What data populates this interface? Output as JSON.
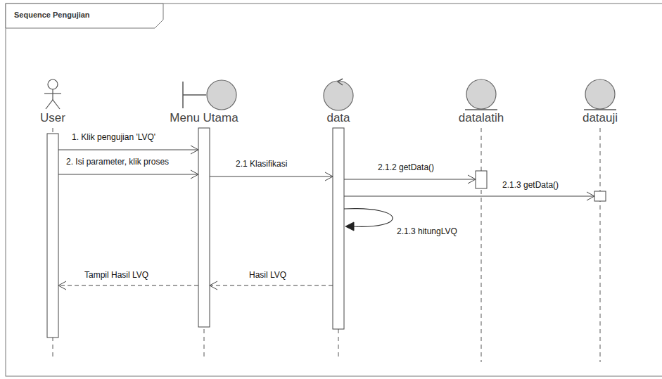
{
  "diagram": {
    "title": "Sequence Pengujian",
    "nodes": [
      {
        "text": [
          "User"
        ]
      },
      {
        "text": [
          "Menu Utama"
        ]
      },
      {
        "text": [
          "data"
        ]
      },
      {
        "text": [
          "datalatih"
        ]
      },
      {
        "text": [
          "datauji"
        ]
      }
    ],
    "edges": [
      {
        "from": 0,
        "to": 1,
        "label": "1. Klik pengujian 'LVQ'",
        "arrow": "to"
      },
      {
        "from": 0,
        "to": 1,
        "label": "2. Isi parameter, klik proses",
        "arrow": "to"
      },
      {
        "from": 1,
        "to": 2,
        "label": "2.1 Klasifikasi",
        "arrow": "to"
      },
      {
        "from": 2,
        "to": 3,
        "label": "2.1.2 getData()",
        "arrow": "to"
      },
      {
        "from": 2,
        "to": 4,
        "label": "2.1.3 getData()",
        "arrow": "to"
      },
      {
        "from": 2,
        "to": 2,
        "label": "2.1.3 hitungLVQ",
        "arrow": "to"
      },
      {
        "from": 2,
        "to": 1,
        "label": "Hasil LVQ",
        "arrow": "to"
      },
      {
        "from": 1,
        "to": 0,
        "label": "Tampil Hasil LVQ",
        "arrow": "to"
      }
    ]
  }
}
